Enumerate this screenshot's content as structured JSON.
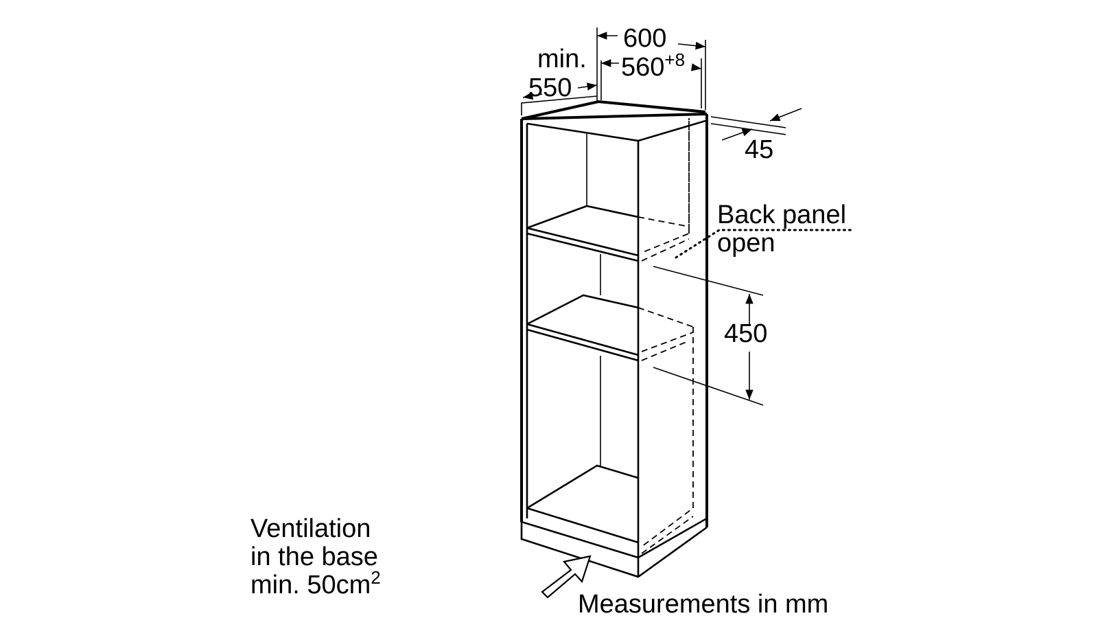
{
  "dimensions": {
    "outer_width": "600",
    "niche_width": "560",
    "niche_tolerance": "+8",
    "depth_prefix": "min.",
    "depth": "550",
    "back_gap": "45",
    "niche_height": "450"
  },
  "notes": {
    "back_panel_line1": "Back panel",
    "back_panel_line2": "open",
    "ventilation_line1": "Ventilation",
    "ventilation_line2": "in the base",
    "ventilation_line3_prefix": "min. 50cm",
    "ventilation_line3_sup": "2",
    "units": "Measurements in mm"
  }
}
